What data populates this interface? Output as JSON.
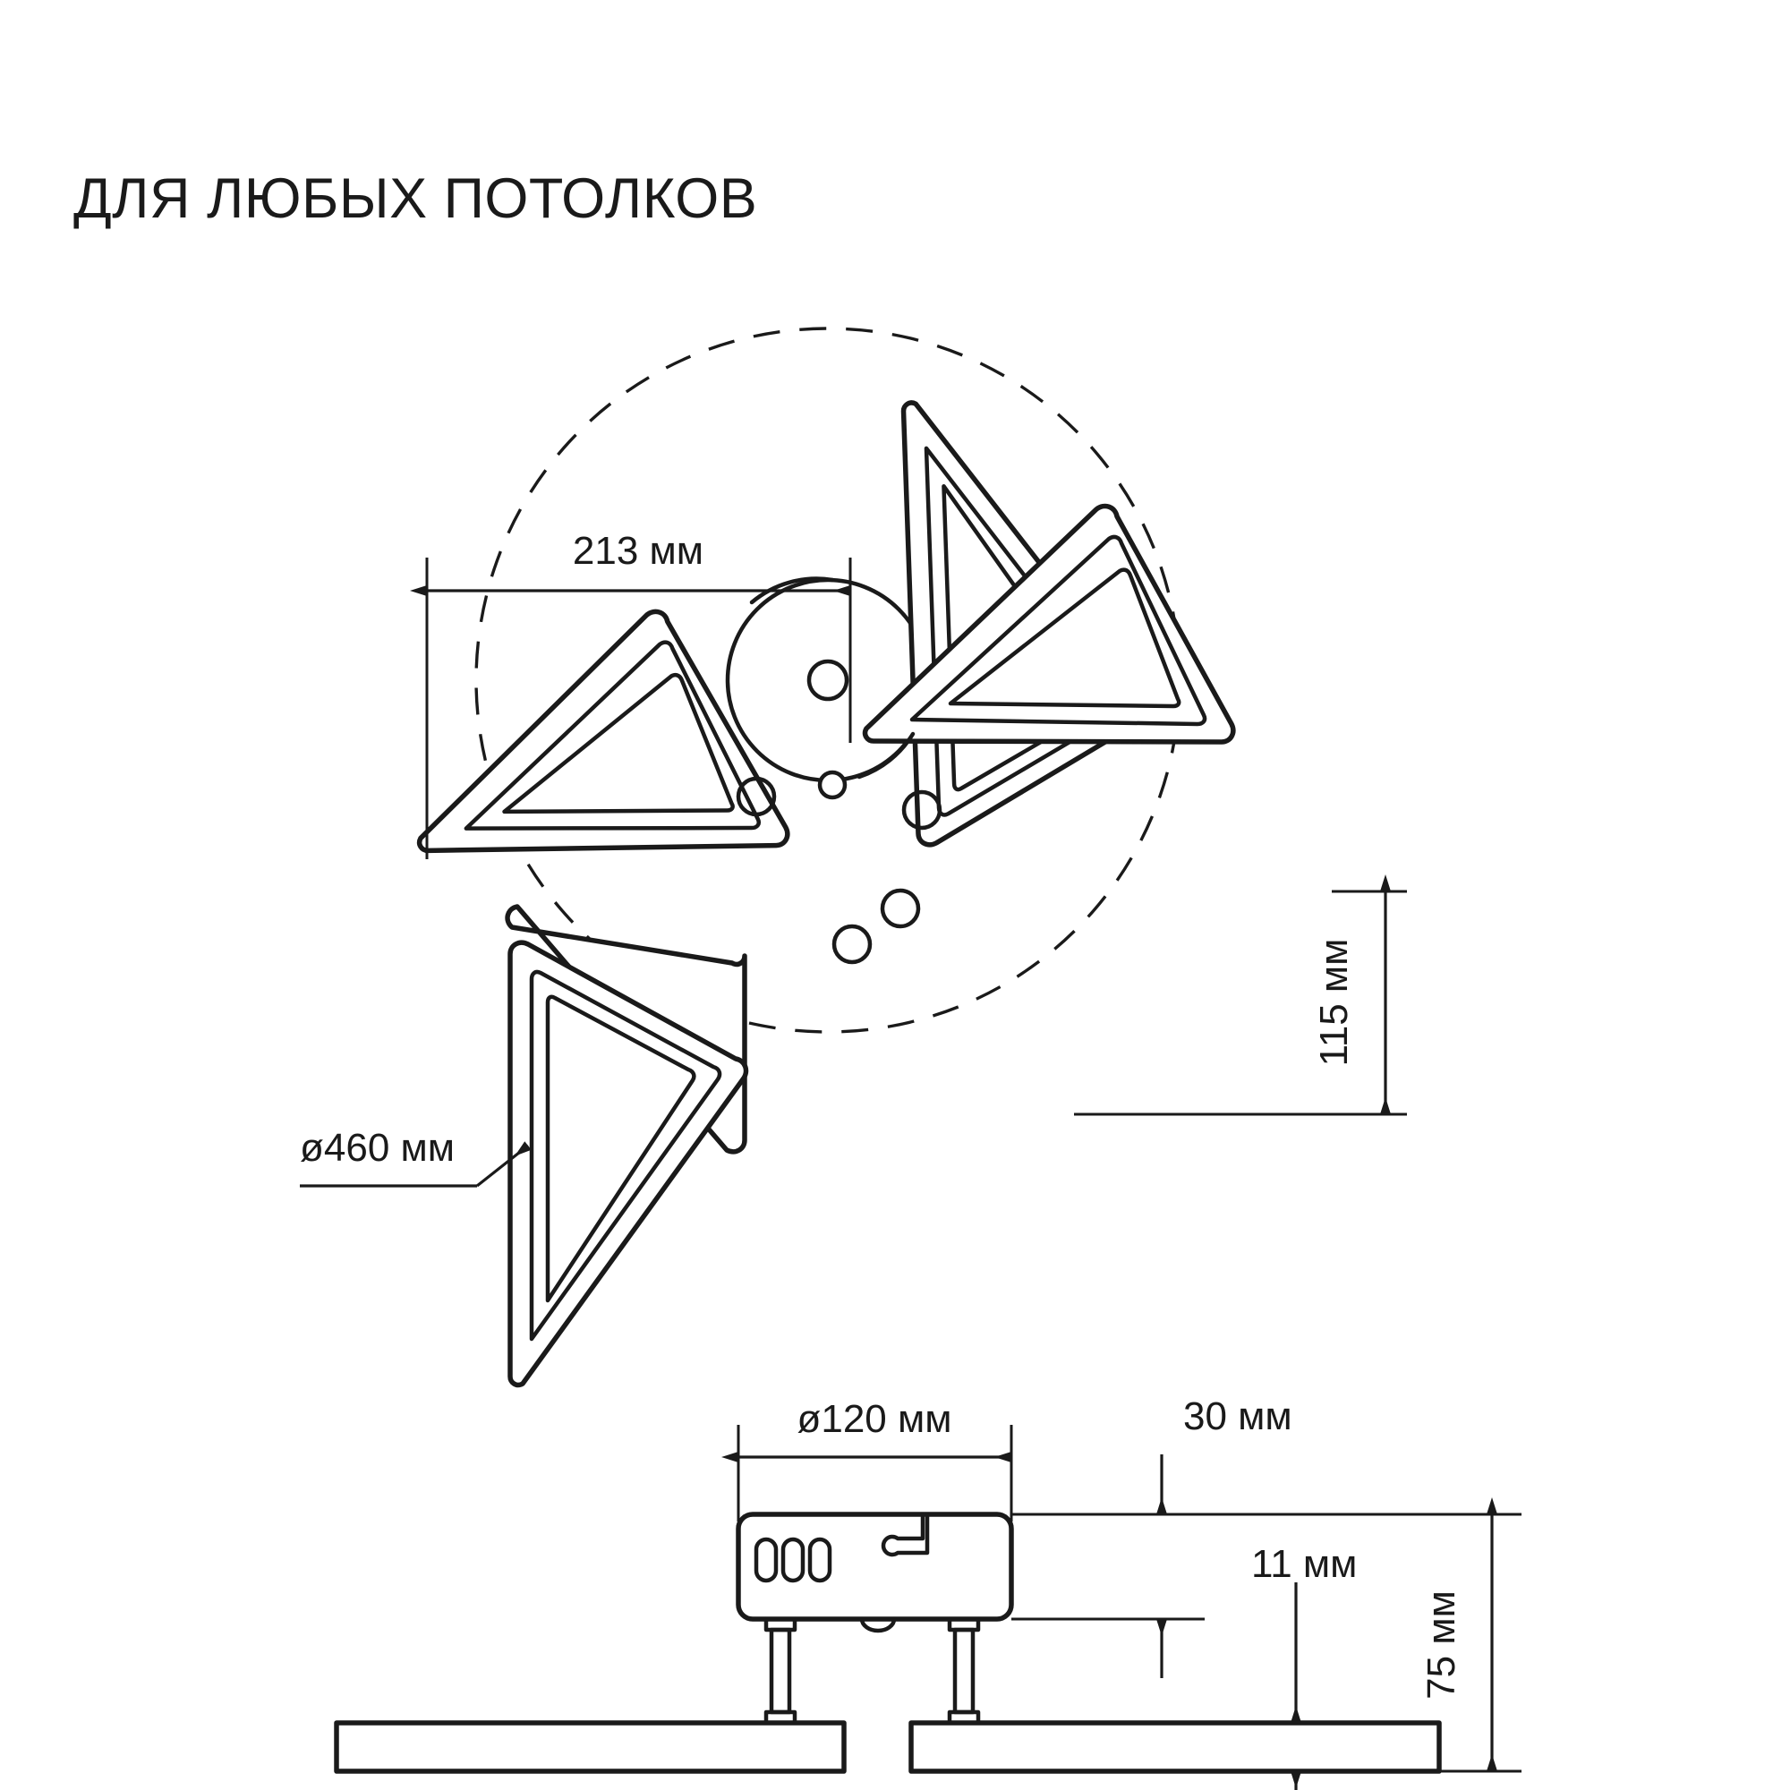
{
  "page": {
    "title": "ДЛЯ ЛЮБЫХ ПОТОЛКОВ",
    "background_color": "#ffffff",
    "line_color": "#1a1a1a"
  },
  "drawing": {
    "type": "technical-dimension-drawing",
    "subject": "ceiling-fan-light",
    "views": [
      {
        "name": "top-view",
        "label": ""
      },
      {
        "name": "side-view",
        "label": ""
      }
    ]
  },
  "dimensions": {
    "blade_span": {
      "label": "213 мм",
      "value": 213,
      "unit": "мм",
      "view": "top-view",
      "orientation": "horizontal"
    },
    "outer_diameter": {
      "label": "ø460 мм",
      "value": 460,
      "unit": "мм",
      "view": "top-view",
      "orientation": "leader"
    },
    "blade_height": {
      "label": "115 мм",
      "value": 115,
      "unit": "мм",
      "view": "top-view",
      "orientation": "vertical"
    },
    "hub_diameter": {
      "label": "ø120 мм",
      "value": 120,
      "unit": "мм",
      "view": "side-view",
      "orientation": "horizontal"
    },
    "body_height": {
      "label": "30 мм",
      "value": 30,
      "unit": "мм",
      "view": "side-view",
      "orientation": "vertical"
    },
    "plate_thickness": {
      "label": "11 мм",
      "value": 11,
      "unit": "мм",
      "view": "side-view",
      "orientation": "vertical"
    },
    "total_height": {
      "label": "75 мм",
      "value": 75,
      "unit": "мм",
      "view": "side-view",
      "orientation": "vertical"
    }
  },
  "top_view": {
    "blade_count": 4,
    "hub": {
      "name": "central-hub",
      "pivot_holes": 4,
      "center_hole": 1
    },
    "envelope": {
      "shape": "dashed-circle",
      "diameter_mm": 460
    }
  },
  "side_view": {
    "housing": {
      "name": "driver-box",
      "vents": 3,
      "hook": 1
    },
    "posts": 2,
    "ceiling_plates": 2
  }
}
